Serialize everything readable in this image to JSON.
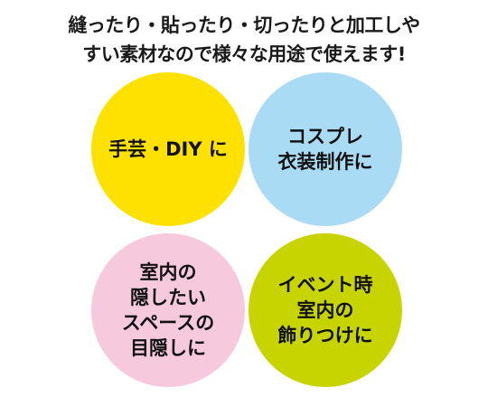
{
  "headline": {
    "line1": "縫ったり・貼ったり・切ったりと加工しや",
    "line2": "すい素材なので様々な用途で使えます!"
  },
  "uses": [
    {
      "lines": [
        "手芸・DIY に"
      ],
      "color": "#ffe100"
    },
    {
      "lines": [
        "コスプレ",
        "衣装制作に"
      ],
      "color": "#a9dcf4"
    },
    {
      "lines": [
        "室内の",
        "隠したい",
        "スペースの",
        "目隠しに"
      ],
      "color": "#f6c9dd"
    },
    {
      "lines": [
        "イベント時",
        "室内の",
        "飾りつけに"
      ],
      "color": "#c8d400"
    }
  ]
}
